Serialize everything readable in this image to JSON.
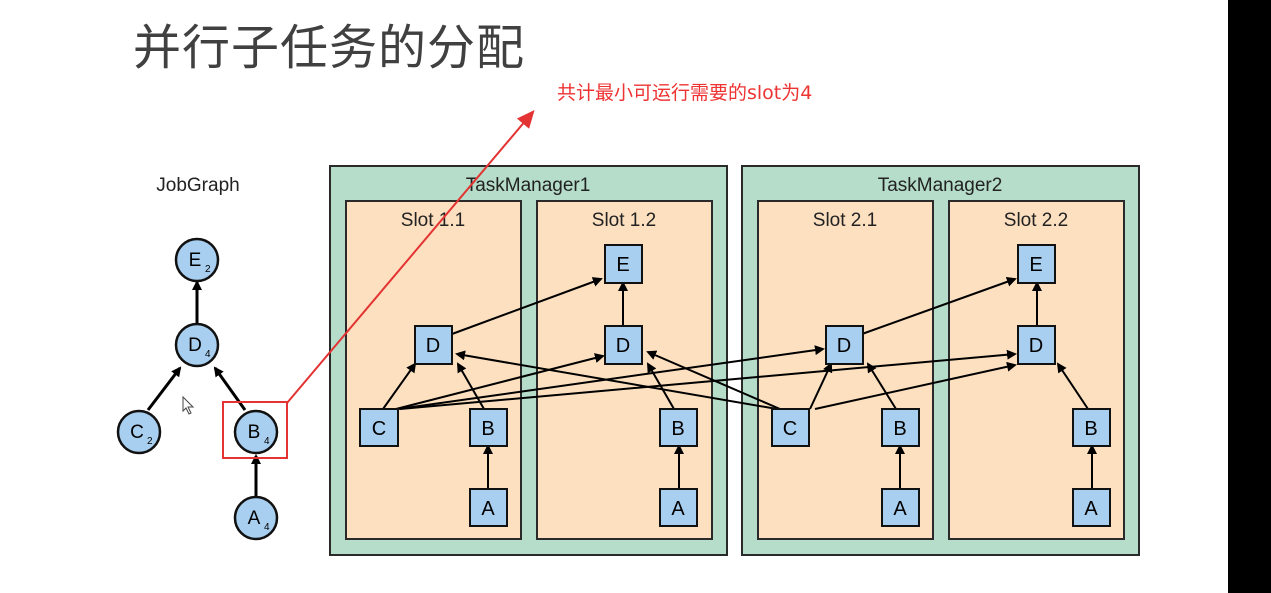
{
  "slide": {
    "title": "并行子任务的分配",
    "annotation": "共计最小可运行需要的slot为4"
  },
  "colors": {
    "taskmanager_fill": "#b5ddc9",
    "slot_fill": "#fde0c0",
    "node_fill": "#a9cff0",
    "highlight": "#e33333",
    "title_text": "#404040"
  },
  "jobgraph": {
    "label": "JobGraph",
    "nodes": [
      {
        "name": "E",
        "parallelism": "2"
      },
      {
        "name": "D",
        "parallelism": "4"
      },
      {
        "name": "C",
        "parallelism": "2"
      },
      {
        "name": "B",
        "parallelism": "4"
      },
      {
        "name": "A",
        "parallelism": "4"
      }
    ],
    "edges": [
      [
        "D",
        "E"
      ],
      [
        "C",
        "D"
      ],
      [
        "B",
        "D"
      ],
      [
        "A",
        "B"
      ]
    ],
    "highlighted_node": "B"
  },
  "taskmanagers": [
    {
      "label": "TaskManager1",
      "slots": [
        {
          "label": "Slot 1.1",
          "tasks": [
            "D",
            "C",
            "B",
            "A"
          ]
        },
        {
          "label": "Slot 1.2",
          "tasks": [
            "E",
            "D",
            "B",
            "A"
          ]
        }
      ]
    },
    {
      "label": "TaskManager2",
      "slots": [
        {
          "label": "Slot 2.1",
          "tasks": [
            "D",
            "C",
            "B",
            "A"
          ]
        },
        {
          "label": "Slot 2.2",
          "tasks": [
            "E",
            "D",
            "B",
            "A"
          ]
        }
      ]
    }
  ],
  "icons": {
    "cursor": "mouse-pointer-icon"
  }
}
